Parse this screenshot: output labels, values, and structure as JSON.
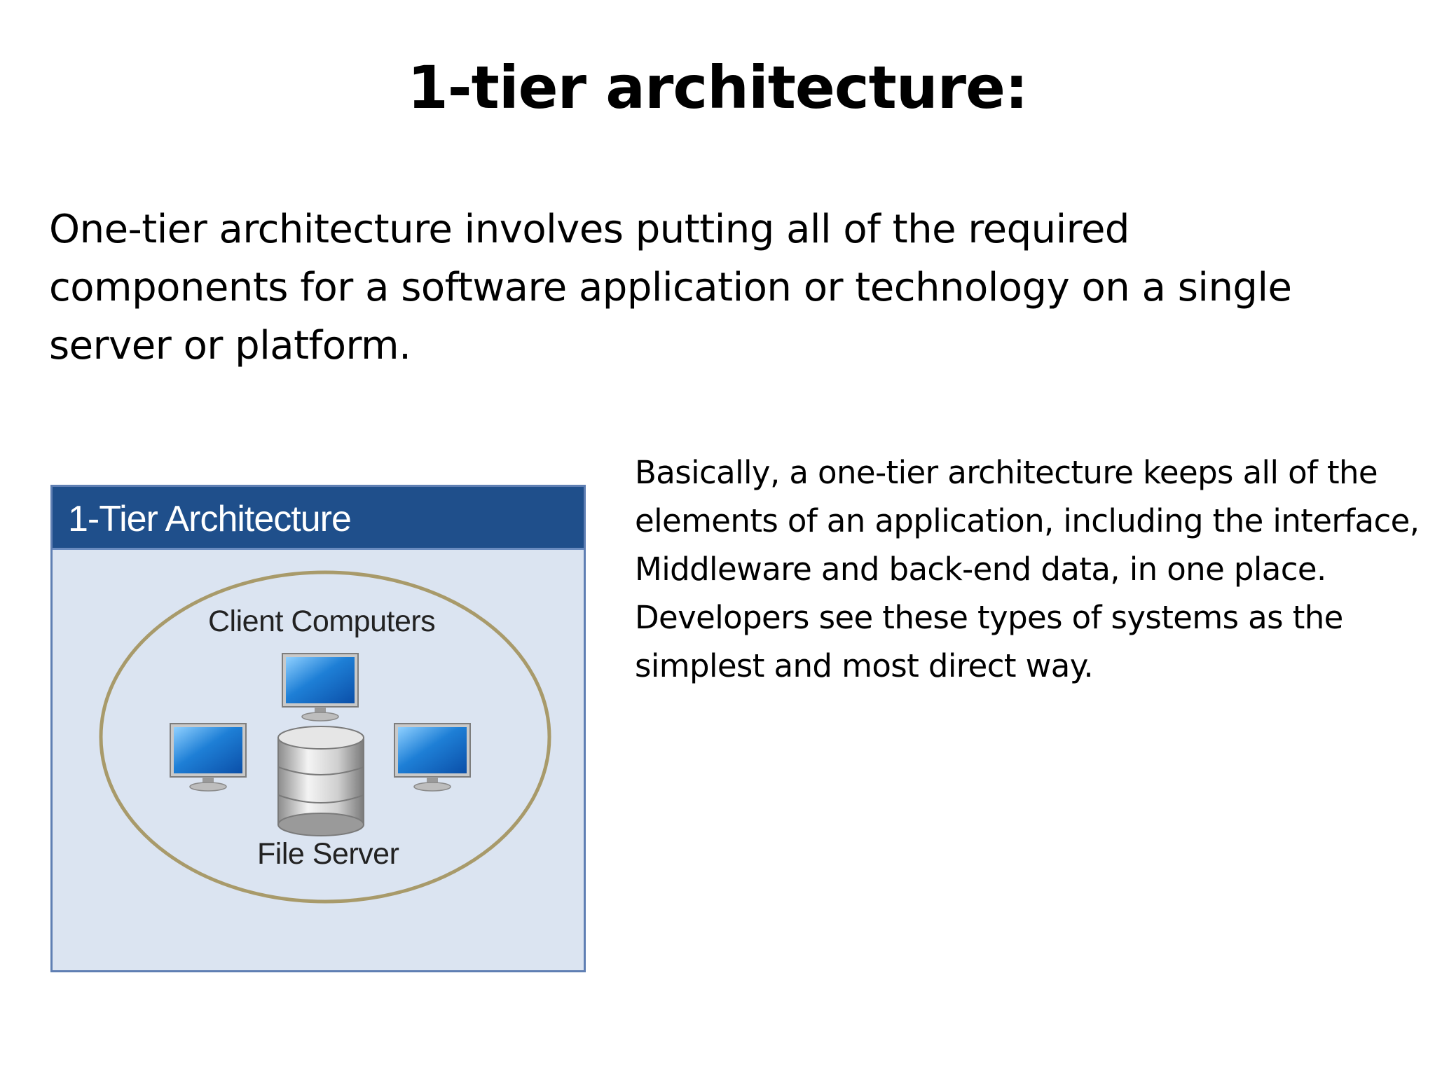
{
  "slide": {
    "title": "1-tier architecture:",
    "intro": "One-tier architecture involves putting all of the required components for a software application or technology on a single server or platform.",
    "paragraphs": [
      "Basically, a one-tier architecture keeps all of the elements of an application, including the interface, Middleware and back-end data, in one place.",
      "Developers see these types of systems as the simplest and most direct way."
    ]
  },
  "diagram": {
    "title": "1-Tier Architecture",
    "clients_label": "Client Computers",
    "server_label": "File Server",
    "icons": [
      "monitor-icon",
      "monitor-icon",
      "monitor-icon",
      "database-icon"
    ],
    "colors": {
      "header": "#1f4f8b",
      "panel": "#dbe4f1",
      "ellipse": "#a89a6a",
      "screen": "#1e7fd6"
    }
  }
}
